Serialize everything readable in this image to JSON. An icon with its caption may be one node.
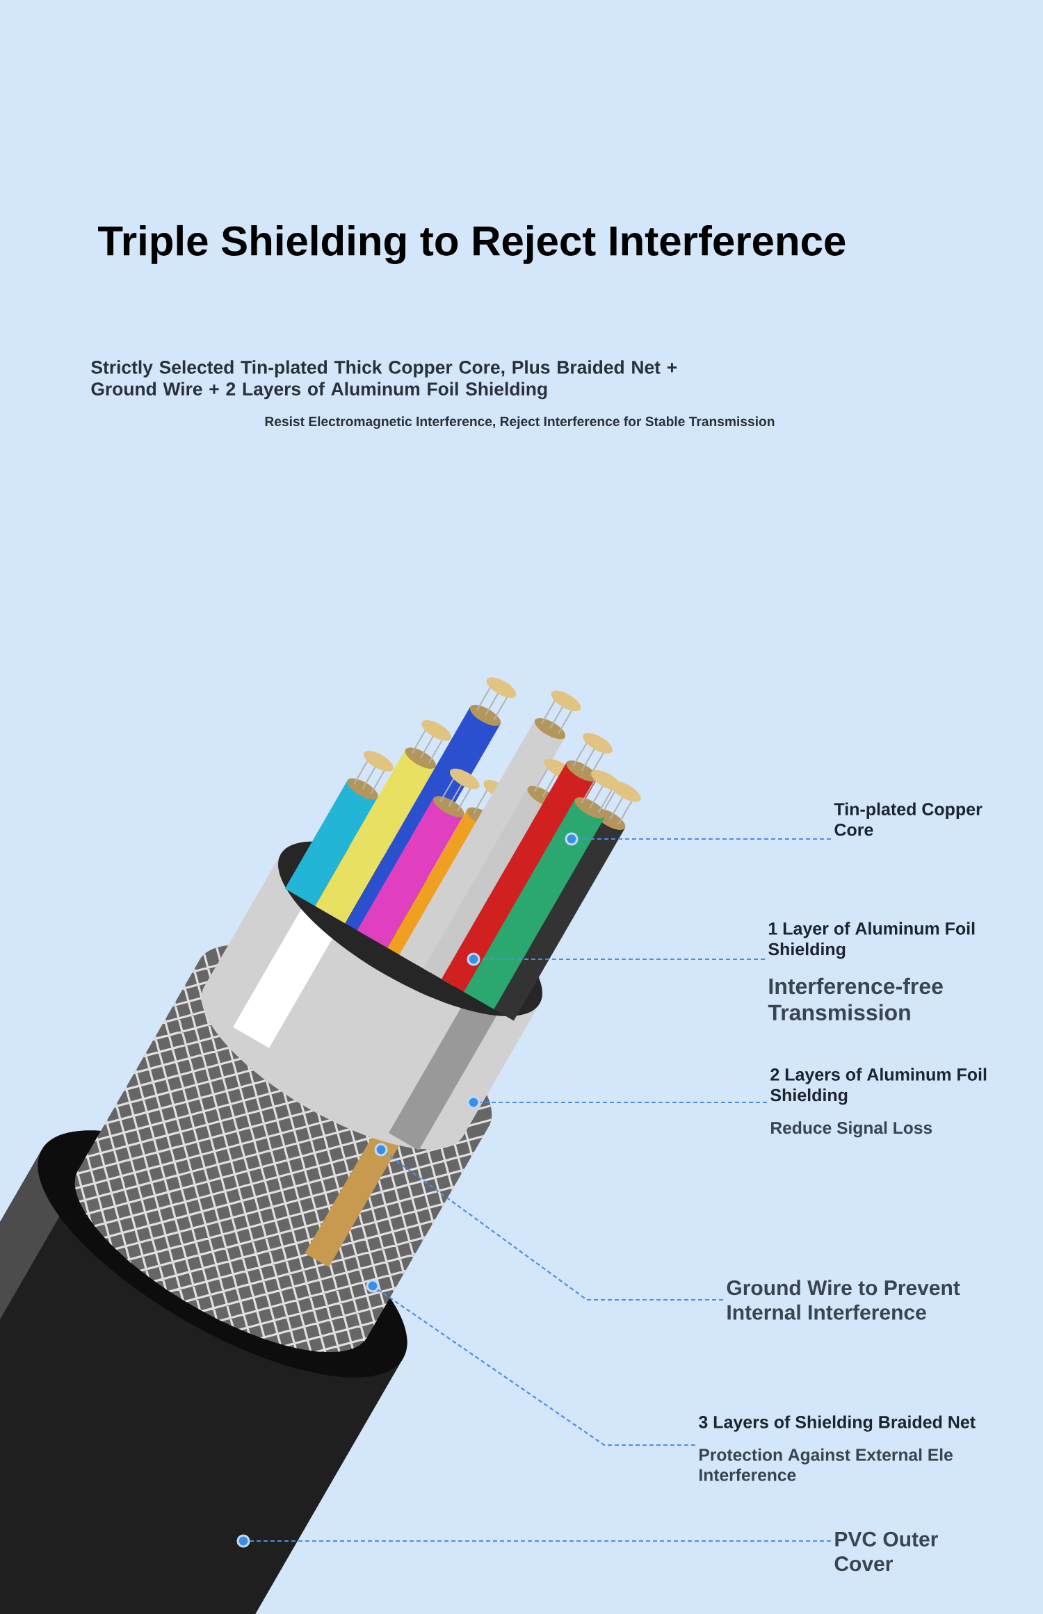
{
  "diagram": {
    "title": "Triple Shielding to Reject Interference",
    "nodes": [
      {
        "text": [
          "Tin-plated Copper Core"
        ]
      },
      {
        "text": [],
        "shape": "circle"
      },
      {
        "text": [
          "1 Layer of Aluminum Foil Shielding",
          "Interference-free Transmission"
        ]
      },
      {
        "text": [],
        "shape": "circle"
      },
      {
        "text": [
          "2 Layers of Aluminum Foil Shielding",
          "Reduce Signal Loss"
        ]
      },
      {
        "text": [],
        "shape": "circle"
      },
      {
        "text": [
          "Ground Wire to Prevent Internal Interference"
        ]
      },
      {
        "text": [],
        "shape": "circle"
      },
      {
        "text": [
          "3 Layers of Shielding Braided Net",
          "Protection Against External Ele Interference"
        ]
      },
      {
        "text": [],
        "shape": "circle"
      },
      {
        "text": [
          "PVC Outer Cover"
        ]
      },
      {
        "text": [],
        "shape": "circle"
      }
    ],
    "edges": [
      {
        "from": 0,
        "to": 1,
        "arrow": "none",
        "style": "dashed"
      },
      {
        "from": 2,
        "to": 3,
        "arrow": "none",
        "style": "dashed"
      },
      {
        "from": 4,
        "to": 5,
        "arrow": "none",
        "style": "dashed"
      },
      {
        "from": 6,
        "to": 7,
        "arrow": "none",
        "style": "dashed"
      },
      {
        "from": 8,
        "to": 9,
        "arrow": "none",
        "style": "dashed"
      },
      {
        "from": 10,
        "to": 11,
        "arrow": "none",
        "style": "dashed"
      }
    ],
    "labels": [
      "Strictly Selected Tin-plated Thick Copper Core, Plus Braided Net + Ground Wire + 2 Layers of Aluminum Foil Shielding",
      "Resist Electromagnetic Interference, Reject Interference for Stable Transmission"
    ]
  }
}
